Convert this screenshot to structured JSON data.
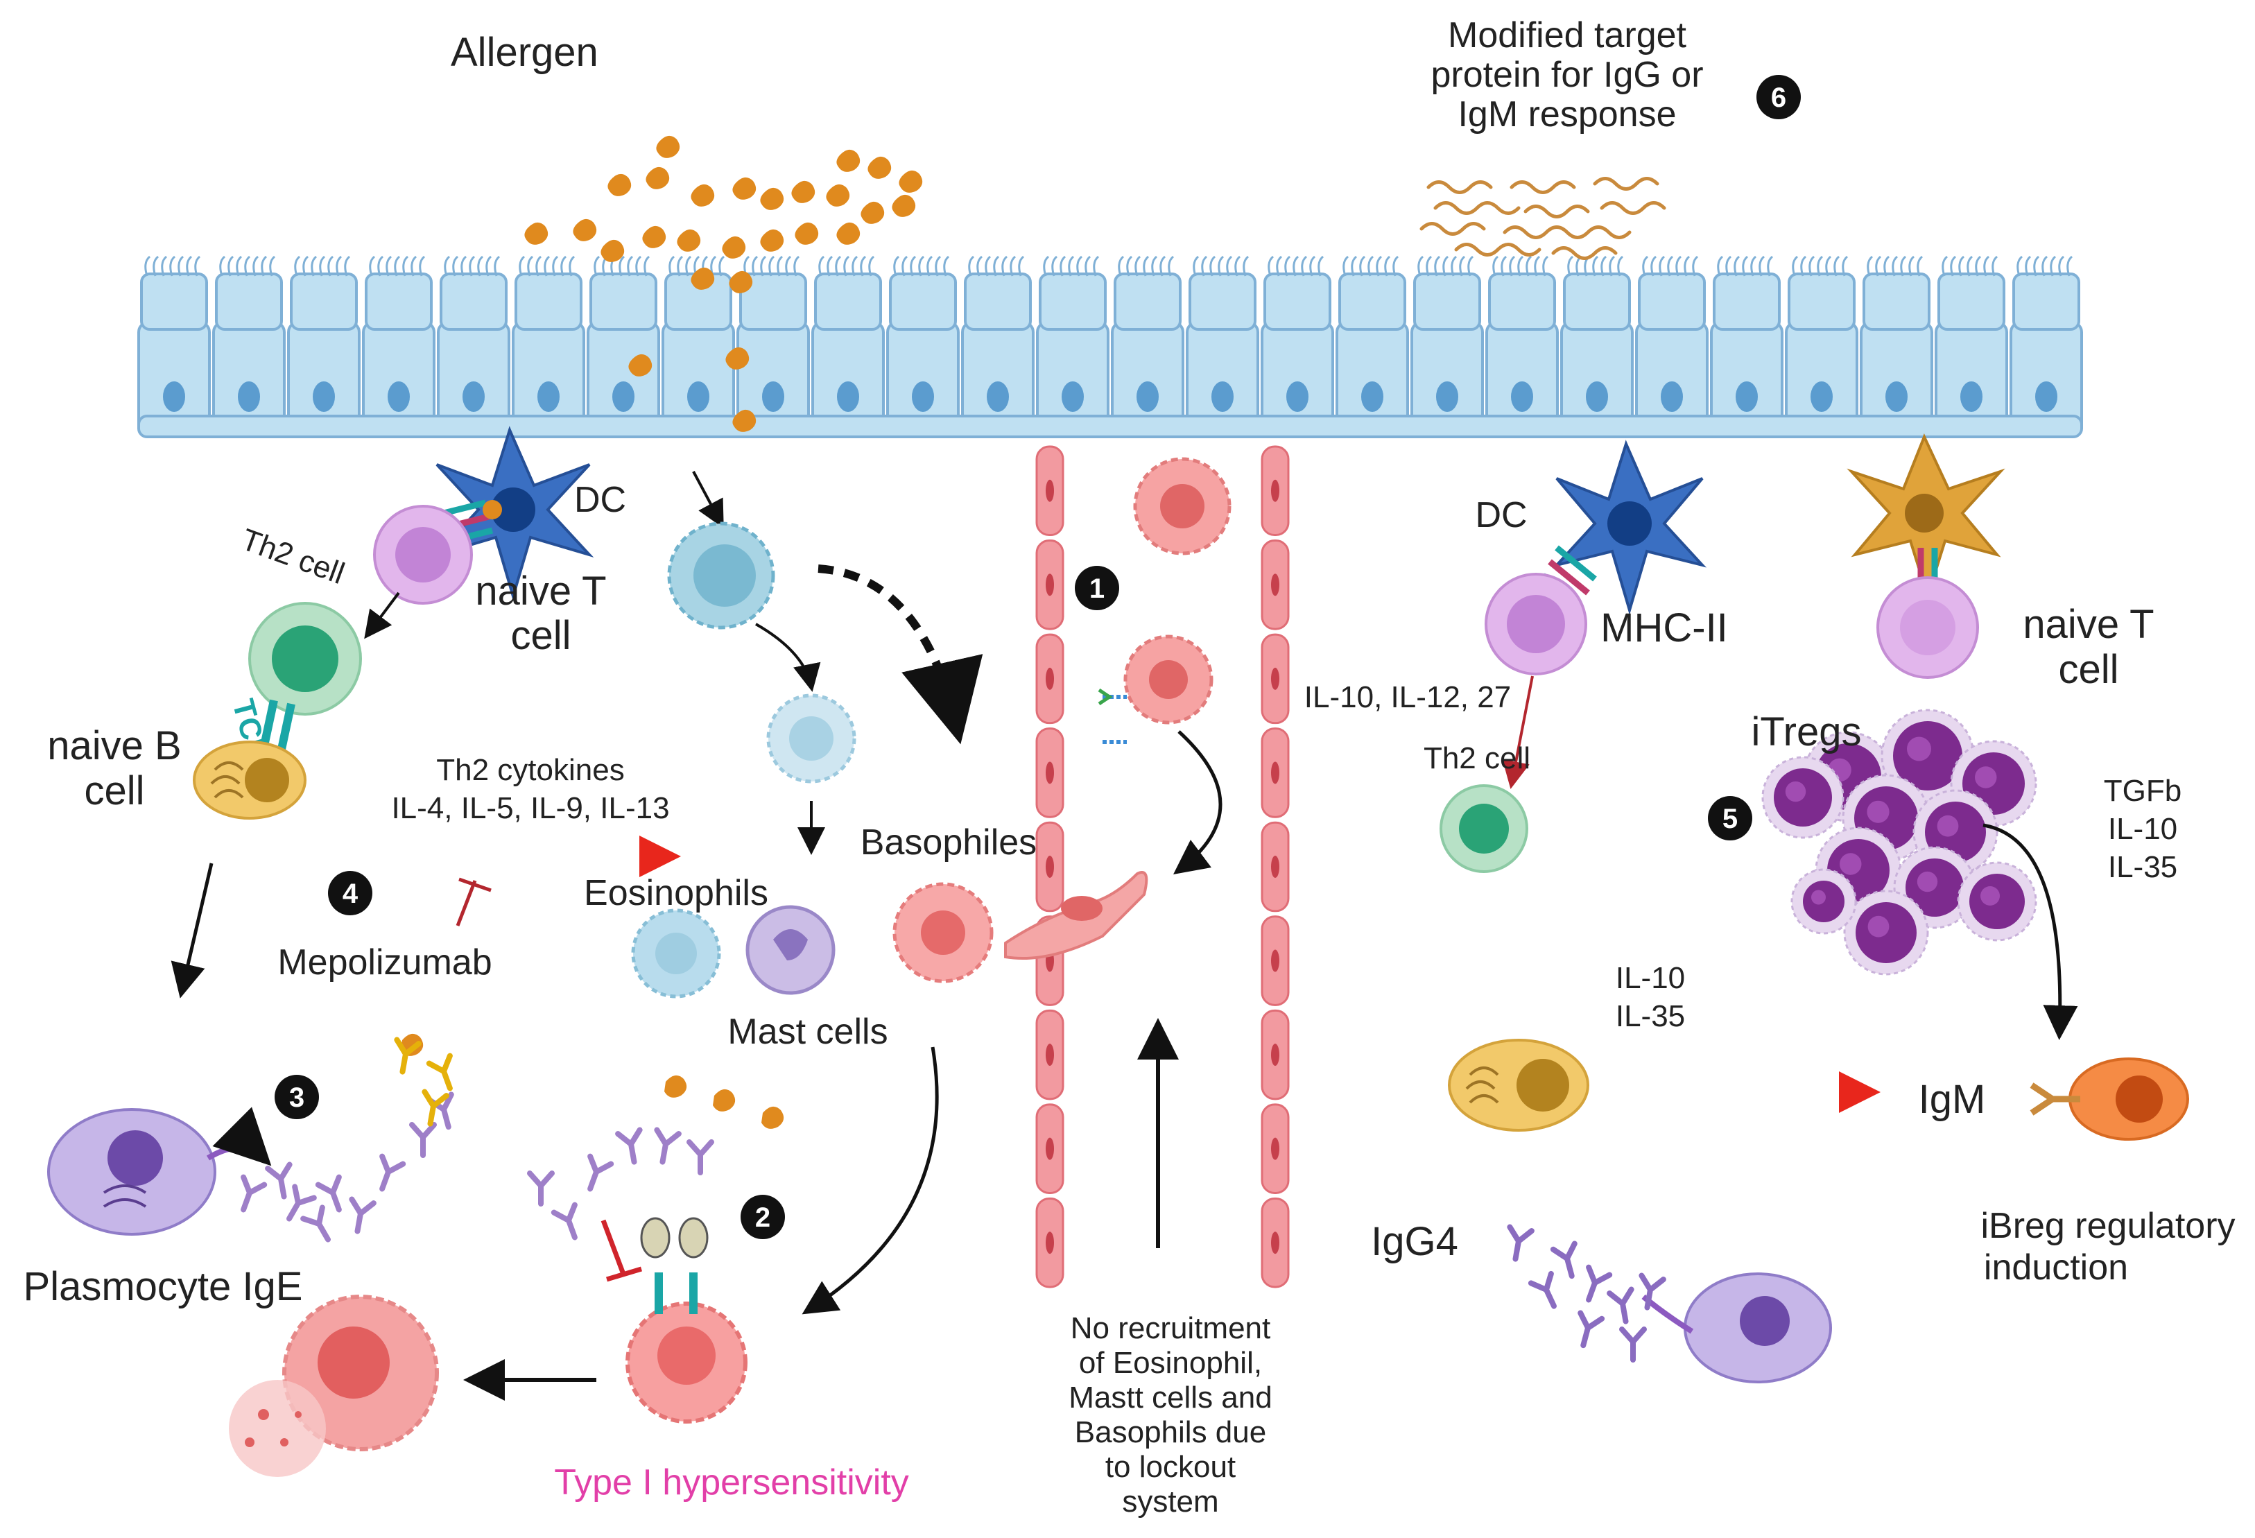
{
  "labels": {
    "allergen": "Allergen",
    "modified_target_line1": "Modified target",
    "modified_target_line2": "protein for IgG or",
    "modified_target_line3": "IgM response",
    "dc_left": "DC",
    "dc_right": "DC",
    "th2_cell_top": "Th2  cell",
    "naive_t_left_line1": "naive T",
    "naive_t_left_line2": "cell",
    "tcr": "TCR",
    "naive_b_line1": "naive B",
    "naive_b_line2": "cell",
    "th2_cytokines_line1": "Th2 cytokines",
    "th2_cytokines_line2": "IL-4, IL-5, IL-9, IL-13",
    "mepolizumab": "Mepolizumab",
    "eosinophils": "Eosinophils",
    "basophiles": "Basophiles",
    "mast_cells": "Mast cells",
    "plasmocyte_ige": "Plasmocyte IgE",
    "type1_hypersensitivity": "Type I hypersensitivity",
    "no_recruit_line1": "No recruitment",
    "no_recruit_line2": "of Eosinophil,",
    "no_recruit_line3": "Mastt cells and",
    "no_recruit_line4": "Basophils due",
    "no_recruit_line5": "to lockout",
    "no_recruit_line6": "system",
    "mhc_ii": "MHC-II",
    "il_10_12_27": "IL-10, IL-12, 27",
    "th2_cell_right": "Th2  cell",
    "naive_t_right_line1": "naive T",
    "naive_t_right_line2": "cell",
    "itregs": "iTregs",
    "tgfb_line1": "TGFb",
    "tgfb_line2": "IL-10",
    "tgfb_line3": "IL-35",
    "il10_il35_line1": "IL-10",
    "il10_il35_line2": "IL-35",
    "igm": "IgM",
    "igg4": "IgG4",
    "ibreg_line1": "iBreg regulatory",
    "ibreg_line2": "induction"
  },
  "badges": [
    "1",
    "2",
    "3",
    "4",
    "5",
    "6"
  ],
  "colors": {
    "epithelium_fill": "#bfe0f2",
    "epithelium_stroke": "#7fb0d6",
    "nucleus": "#5b9ccf",
    "allergen": "#e08a1e",
    "vessel": "#f29aa0",
    "red_arrow": "#e8261c",
    "type1_text": "#e23fa8",
    "badge": "#111111"
  }
}
